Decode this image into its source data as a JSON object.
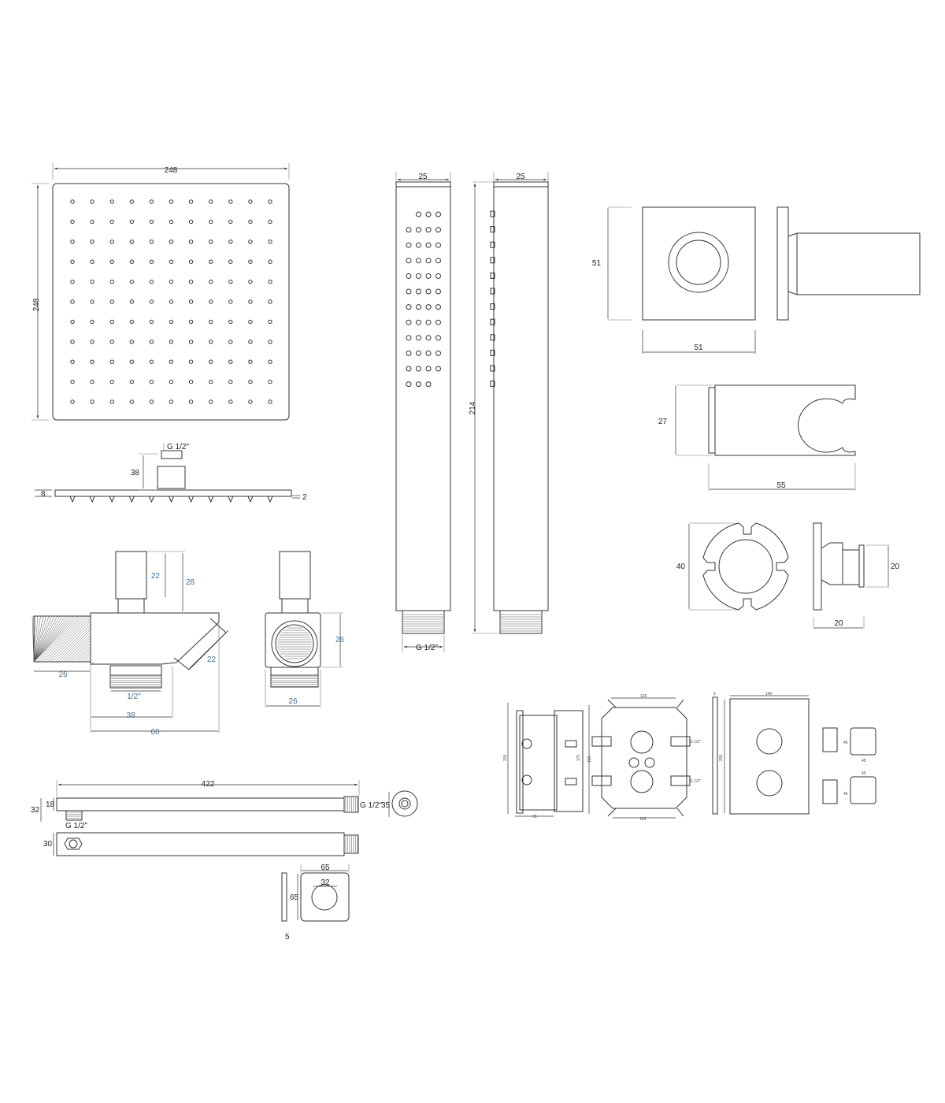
{
  "colors": {
    "line": "#333333",
    "dimension_blue": "#3f6f94",
    "background": "#ffffff"
  },
  "rain_head": {
    "width": "248",
    "height": "248",
    "inlet": "G 1/2\"",
    "inlet_height": "38",
    "thickness": "8",
    "nozzle": "2"
  },
  "hand_shower": {
    "width_front": "25",
    "width_side": "25",
    "length": "214",
    "inlet": "G 1/2\""
  },
  "outlet_elbow": {
    "width": "51",
    "height": "51"
  },
  "holder": {
    "height": "27",
    "width": "55"
  },
  "escutcheon": {
    "diameter": "40",
    "depth": "20",
    "width": "20"
  },
  "spout": {
    "d1": "22",
    "d2": "28",
    "d3": "26",
    "d4": "22",
    "d5": "26",
    "thread": "1/2\"",
    "d6": "38",
    "d7": "60",
    "d8": "26",
    "d9": "26"
  },
  "arm": {
    "length": "422",
    "height1": "18",
    "height2": "32",
    "inlet": "G 1/2\"",
    "rose": "35",
    "thread": "G 1/2\"",
    "height3": "30"
  },
  "flange": {
    "width": "65",
    "inner": "32",
    "height": "65",
    "depth": "5"
  },
  "valve": {
    "side_h": "200",
    "side_w": "70",
    "body_h": "170",
    "body_inner": "160",
    "body_w": "120",
    "body_bottom": "100",
    "thread": "G 1/2\"",
    "plate_w": "140",
    "plate_h": "200",
    "plate_depth": "5",
    "handle": "45",
    "handle_b": "45"
  }
}
